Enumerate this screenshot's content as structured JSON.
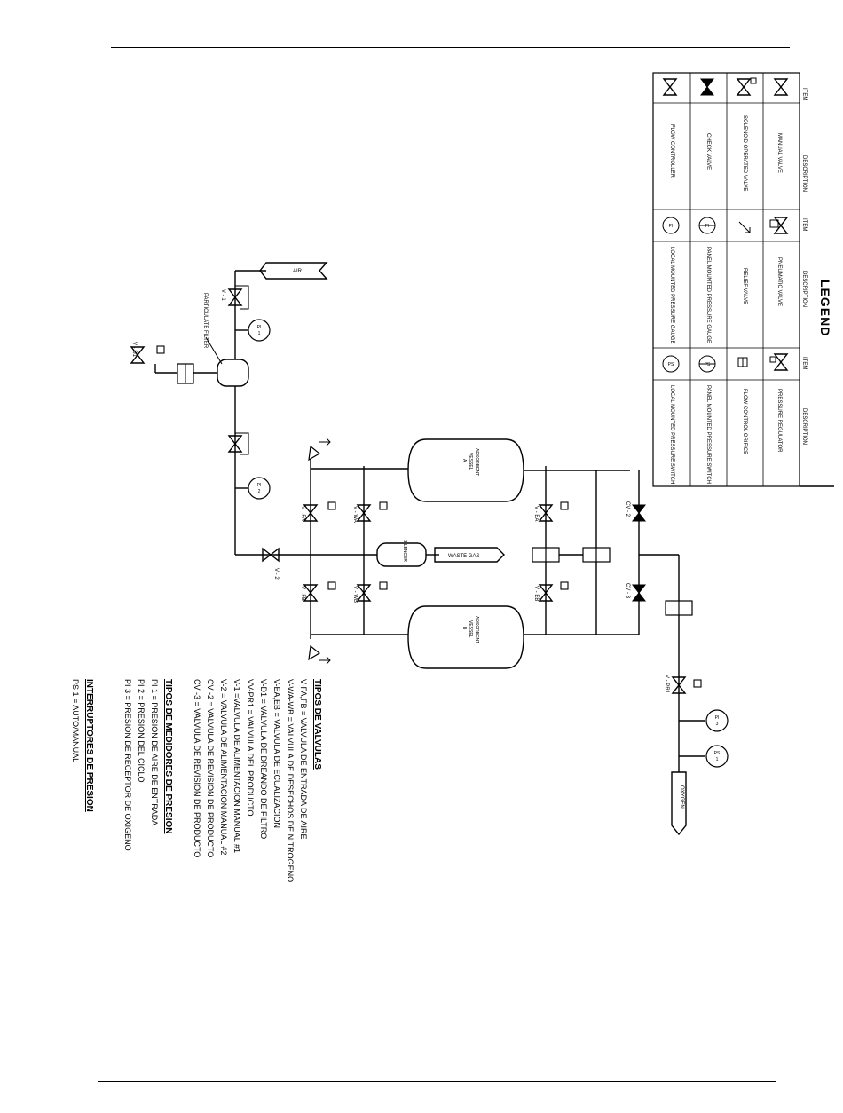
{
  "legend": {
    "title": "LEGEND",
    "header_item": "ITEM",
    "header_description": "DESCRIPTION",
    "col1": [
      "MANUAL VALVE",
      "SOLENOID OPERATED VALVE",
      "CHECK VALVE",
      "FLOW CONTROLLER"
    ],
    "col2": [
      "PNEUMATIC VALVE",
      "RELIEF VALVE",
      "PANEL MOUNTED PRESSURE GAUGE",
      "LOCAL MOUNTED PRESSURE GAUGE"
    ],
    "col3": [
      "PRESSURE REGULATOR",
      "FLOW CONTROL ORIFICE",
      "PANEL MOUNTED PRESSURE SWITCH",
      "LOCAL MOUNTED PRESSURE SWITCH"
    ],
    "gauge_sym_pi": "PI",
    "gauge_sym_ps": "PS"
  },
  "diagram": {
    "air": "AIR",
    "particulate_filter": "PARTICULATE FILTER",
    "vd1": "V - D1",
    "v1": "V - 1",
    "v2": "V - 2",
    "pi1": [
      "PI",
      "1"
    ],
    "pi2": [
      "PI",
      "2"
    ],
    "pi3": [
      "PI",
      "3"
    ],
    "ps1": [
      "PS",
      "1"
    ],
    "vessel_a": [
      "ADSORBENT",
      "VESSEL",
      "A"
    ],
    "vessel_b": [
      "ADSORBENT",
      "VESSEL",
      "B"
    ],
    "silencer": "SILENCER",
    "waste_gas": "WASTE GAS",
    "vfa": "V - FA",
    "vfb": "V - FB",
    "vwa": "V - WA",
    "vwb": "V - WB",
    "vea": "V - EA",
    "veb": "V - EB",
    "cv2": "CV - 2",
    "cv3": "CV - 3",
    "vpr1": "V - PR1",
    "oxygen": "OXYGEN"
  },
  "notes": {
    "valves_title": "TIPOS DE VALVULAS",
    "valves": [
      "V-FA,FB = VALVULA DE ENTRADA DE AIRE",
      "V-WA-WB = VALVULA DE DESECHOS DE NITROGENO",
      "V-EA,EB = VALVULA DE ECUALIZACION",
      "V-D1 = VALVULA DE DREANDO DE FILTRO",
      "VV-PR1 = VALVULA DEL PRODUCTO",
      "V-1 =VALVULA DE ALIMENTACION MANUAL #1",
      "V-2 = VALVULA DE ALIMENTACION MANUAL #2",
      "CV -2 = VALVULA DE REVISION DE PRODUCTO",
      "CV -3 = VALVULA DE REVISION DE PRODUCTO"
    ],
    "gauges_title": "TIPOS DE MEDIDORES DE PRESION",
    "gauges": [
      "PI 1 = PRESION DE AIRE DE ENTRADA",
      "PI 2 = PRESION DEL CICLO",
      "PI 3 = PRESION DE RECEPTOR DE OXIGENO"
    ],
    "switches_title": "INTERRUPTORES DE PRESION",
    "switches": [
      "PS 1 = AUTO/MANUAL"
    ]
  }
}
